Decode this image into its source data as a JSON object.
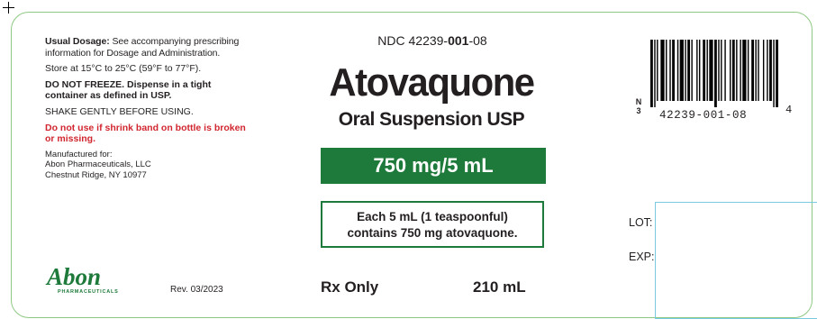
{
  "brand_color": "#1d7a3a",
  "warning_color": "#d1262f",
  "left_panel": {
    "usual_dosage_heading": "Usual Dosage:",
    "usual_dosage_text": " See accompanying prescribing information for Dosage and Administration.",
    "storage": "Store at 15°C to 25°C (59°F to 77°F).",
    "do_not_freeze": "DO NOT FREEZE. Dispense in a tight container as defined in USP.",
    "shake": "SHAKE GENTLY BEFORE USING.",
    "shrink_band_warning": "Do not use if shrink band on bottle is broken or missing.",
    "manufactured_for": "Manufactured for:",
    "manufacturer_name": "Abon Pharmaceuticals, LLC",
    "manufacturer_address": "Chestnut Ridge, NY 10977",
    "logo_text": "Abon",
    "logo_subtext": "PHARMACEUTICALS",
    "revision": "Rev. 03/2023"
  },
  "center_panel": {
    "ndc_prefix": "NDC 42239-",
    "ndc_product": "001",
    "ndc_sep": "-",
    "ndc_package": "08",
    "product_name": "Atovaquone",
    "dosage_form": "Oral Suspension USP",
    "strength": "750 mg/5 mL",
    "each_line_1": "Each 5 mL (1 teaspoonful)",
    "each_line_2": "contains 750 mg atovaquone.",
    "rx_only": "Rx Only",
    "volume": "210 mL"
  },
  "right_panel": {
    "barcode_left_digit_1": "N",
    "barcode_left_digit_2": "3",
    "barcode_digits": "42239-001-08",
    "barcode_check_digit": "4",
    "lot_label": "LOT:",
    "exp_label": "EXP:"
  }
}
